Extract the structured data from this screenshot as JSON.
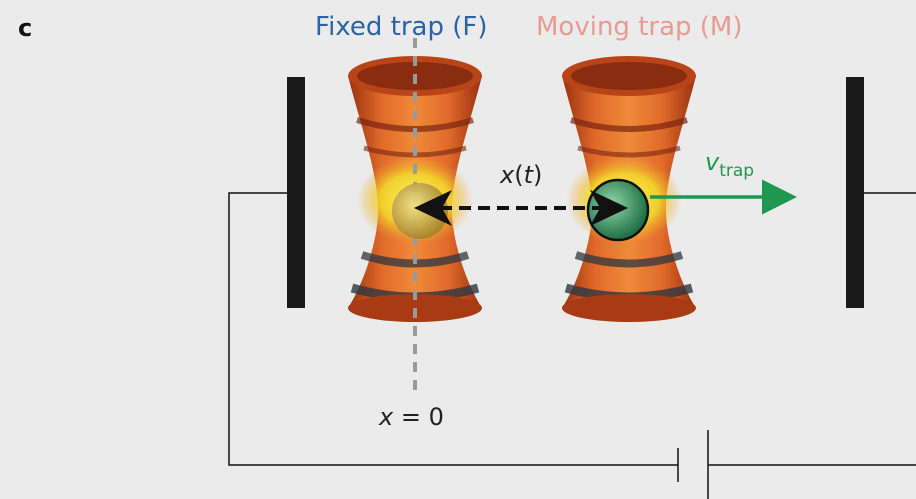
{
  "panel_label": "c",
  "fixed_trap_label": "Fixed trap (F)",
  "moving_trap_label": "Moving trap (M)",
  "separation_label": {
    "var": "x",
    "open": "(",
    "arg": "t",
    "close": ")"
  },
  "velocity_label": {
    "symbol": "v",
    "subscript": "trap"
  },
  "origin_label": {
    "var": "x",
    "rest": " = 0"
  },
  "colors": {
    "background": "#ebebeb",
    "fixed_label": "#2b63a8",
    "moving_label": "#e89b92",
    "velocity": "#1e9850",
    "trap_outer": "#d45a24",
    "trap_band": "#2e3640",
    "trap_glow": "#f2e230",
    "fixed_bead": "#c8a838",
    "moving_bead": "#2f8a5c",
    "electrode": "#1a1a1a"
  }
}
